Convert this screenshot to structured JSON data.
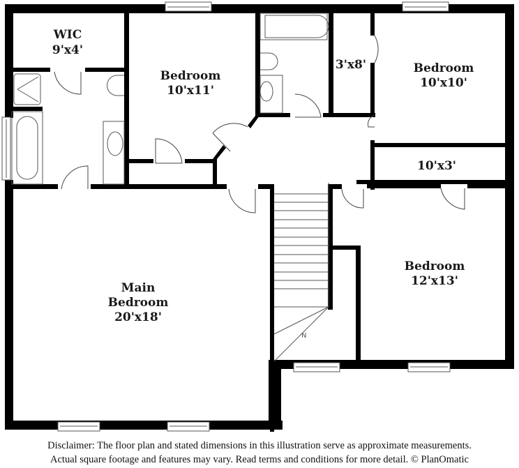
{
  "floor_plan": {
    "rooms": [
      {
        "id": "wic",
        "name": "WIC",
        "dimensions": "9'x4'"
      },
      {
        "id": "bedroom-2",
        "name": "Bedroom",
        "dimensions": "10'x11'"
      },
      {
        "id": "closet-3x8",
        "name": "",
        "dimensions": "3'x8'"
      },
      {
        "id": "bedroom-3",
        "name": "Bedroom",
        "dimensions": "10'x10'"
      },
      {
        "id": "closet-10x3",
        "name": "",
        "dimensions": "10'x3'"
      },
      {
        "id": "bedroom-4",
        "name": "Bedroom",
        "dimensions": "12'x13'"
      },
      {
        "id": "main-bedroom",
        "name_line1": "Main",
        "name_line2": "Bedroom",
        "dimensions": "20'x18'"
      }
    ],
    "stairs_label": "N",
    "colors": {
      "wall": "#000000",
      "fixture_line": "#555555",
      "background": "#ffffff"
    }
  },
  "disclaimer": {
    "line1": "Disclaimer: The floor plan and stated dimensions in this illustration serve as approximate measurements.",
    "line2": "Actual square footage and features may vary. Read terms and conditions for more detail. © PlanOmatic"
  }
}
